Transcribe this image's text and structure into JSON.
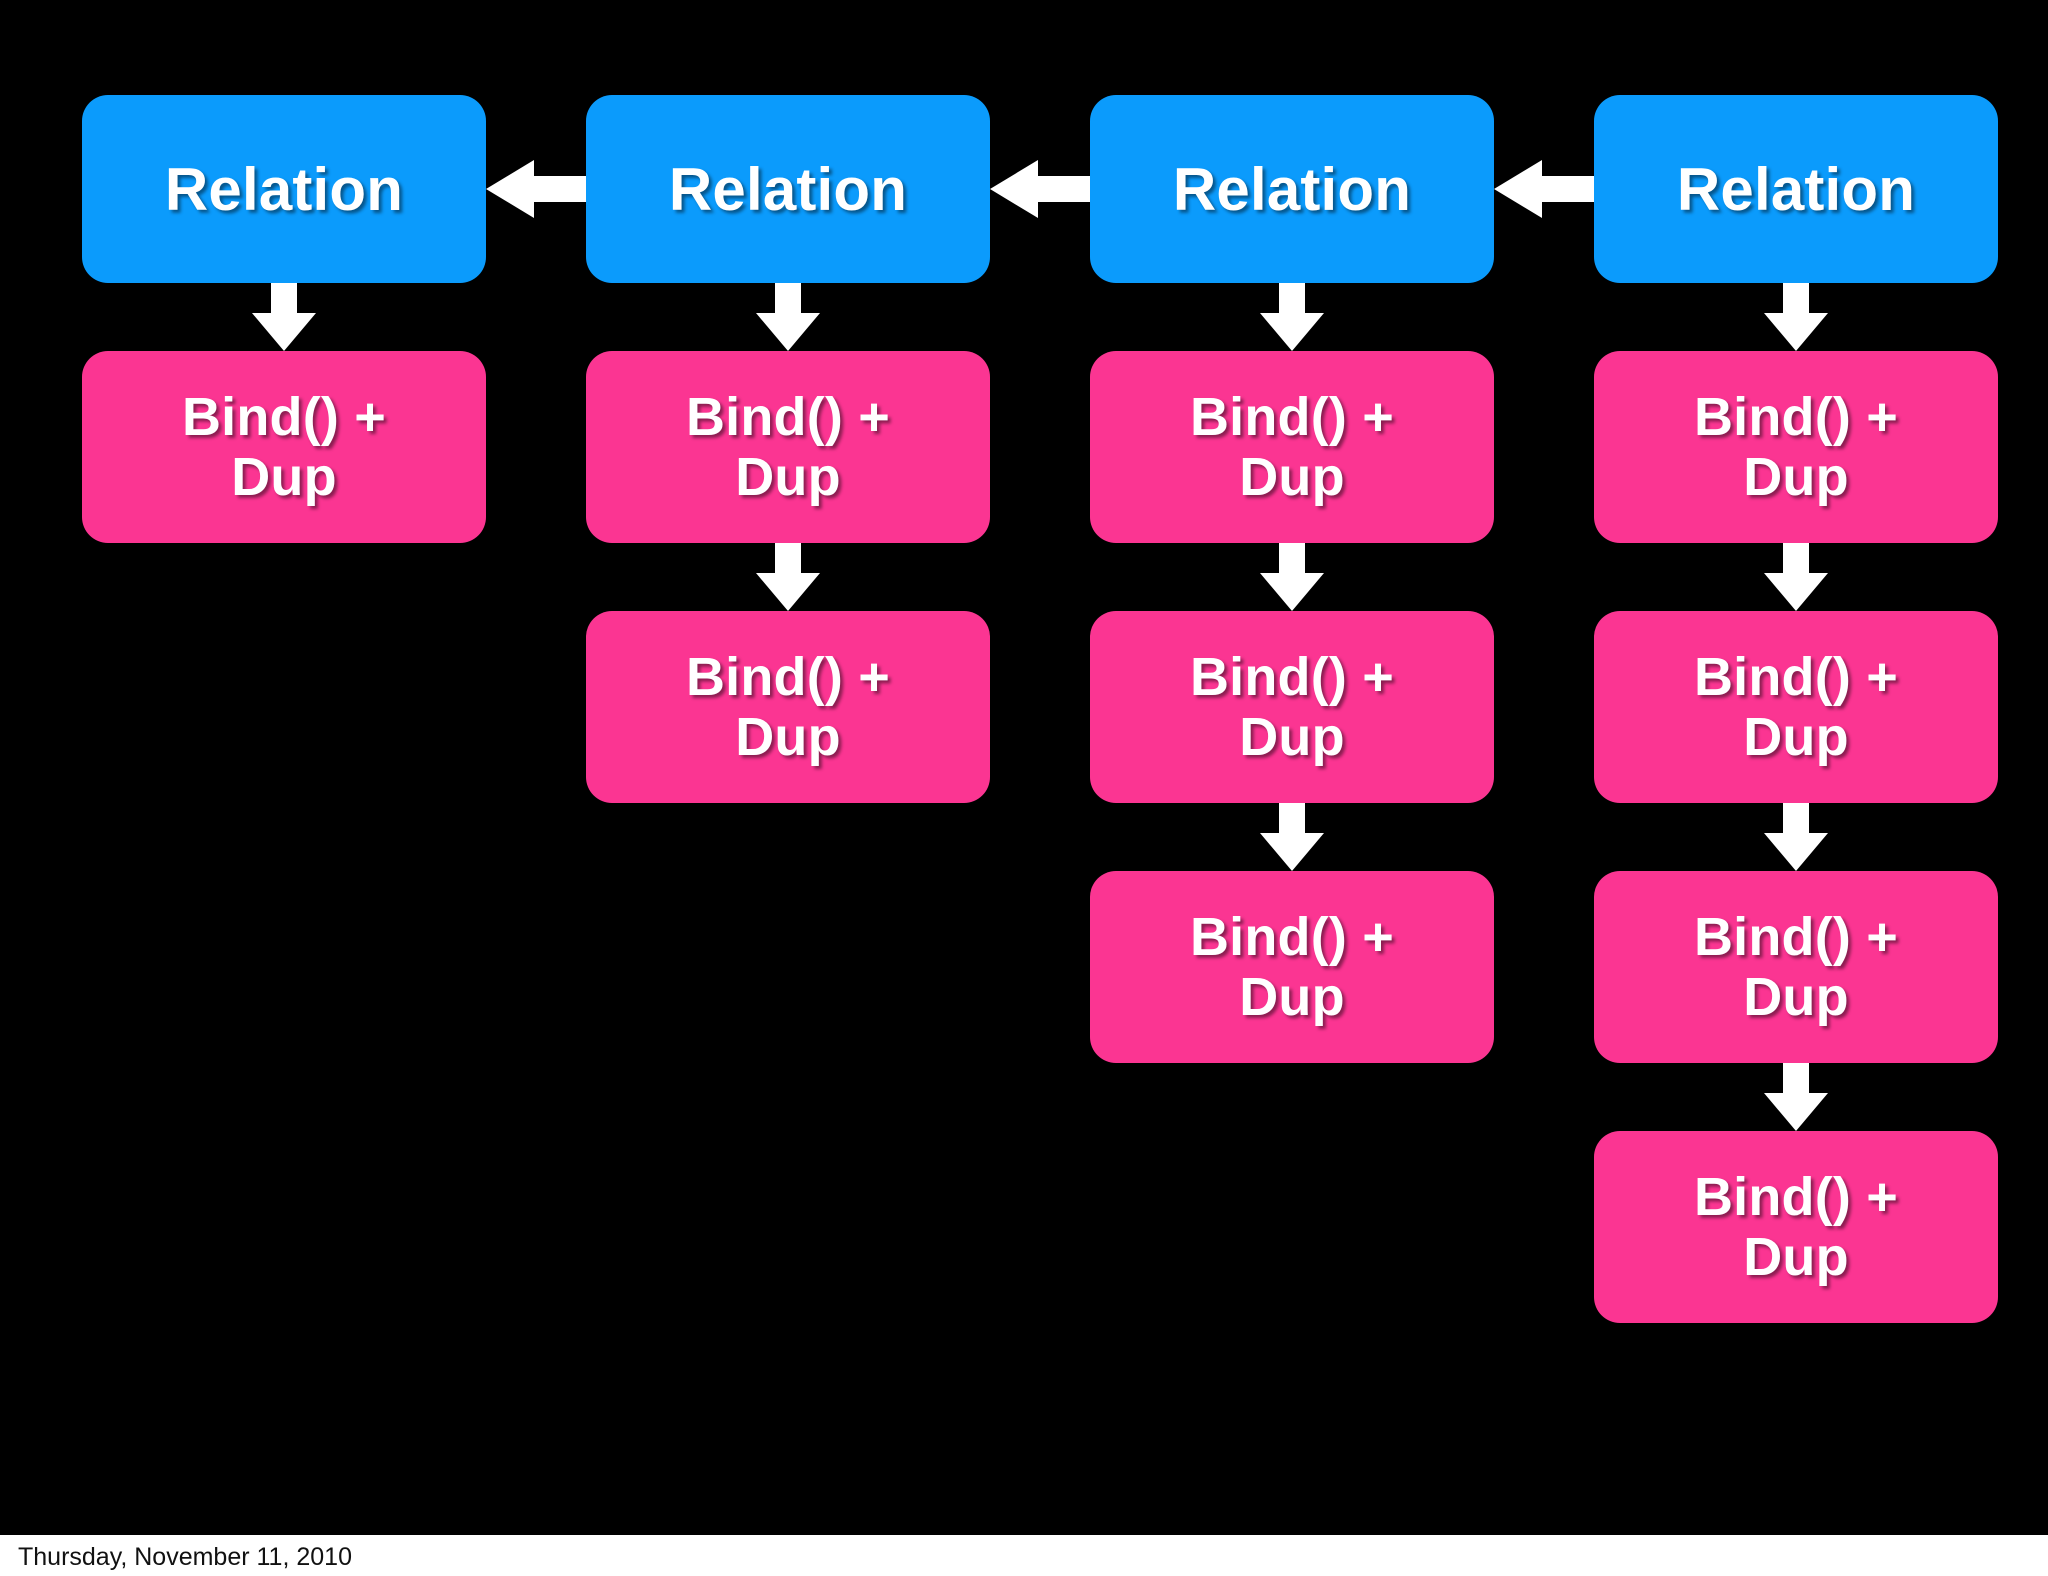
{
  "slide": {
    "background_color": "#000000",
    "page_background_color": "#ffffff"
  },
  "colors": {
    "relation_box": "#0b9bfc",
    "bind_box": "#fb3592",
    "arrow": "#ffffff",
    "label_text": "#ffffff",
    "footer_text": "#111111"
  },
  "diagram": {
    "type": "flow-chart",
    "columns": [
      {
        "index": 0,
        "relation": {
          "label": "Relation"
        },
        "bind_nodes": [
          {
            "label": "Bind() +\nDup"
          }
        ]
      },
      {
        "index": 1,
        "relation": {
          "label": "Relation"
        },
        "bind_nodes": [
          {
            "label": "Bind() +\nDup"
          },
          {
            "label": "Bind() +\nDup"
          }
        ]
      },
      {
        "index": 2,
        "relation": {
          "label": "Relation"
        },
        "bind_nodes": [
          {
            "label": "Bind() +\nDup"
          },
          {
            "label": "Bind() +\nDup"
          },
          {
            "label": "Bind() +\nDup"
          }
        ]
      },
      {
        "index": 3,
        "relation": {
          "label": "Relation"
        },
        "bind_nodes": [
          {
            "label": "Bind() +\nDup"
          },
          {
            "label": "Bind() +\nDup"
          },
          {
            "label": "Bind() +\nDup"
          },
          {
            "label": "Bind() +\nDup"
          }
        ]
      }
    ],
    "horizontal_arrows": [
      {
        "from_column": 1,
        "to_column": 0,
        "direction": "left"
      },
      {
        "from_column": 2,
        "to_column": 1,
        "direction": "left"
      },
      {
        "from_column": 3,
        "to_column": 2,
        "direction": "left"
      }
    ]
  },
  "footer": {
    "date": "Thursday, November 11, 2010"
  }
}
